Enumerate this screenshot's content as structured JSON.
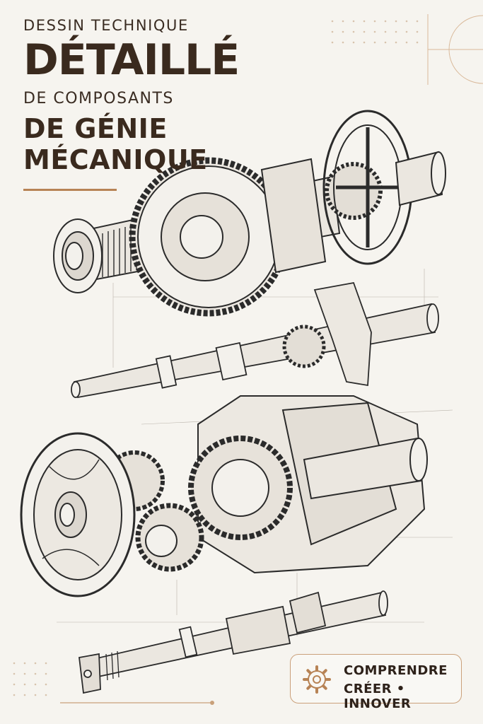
{
  "header": {
    "line1": "DESSIN TECHNIQUE",
    "line2": "DÉTAILLÉ",
    "line3": "DE COMPOSANTS",
    "line4": "DE GÉNIE",
    "line5": "MÉCANIQUE"
  },
  "badge": {
    "icon": "gear-icon",
    "line1": "COMPRENDRE",
    "line2": "CRÉER • INNOVER"
  },
  "colors": {
    "background": "#f6f4ef",
    "text": "#3a2a1e",
    "accent": "#b78355",
    "ink": "#2b2b2b"
  }
}
